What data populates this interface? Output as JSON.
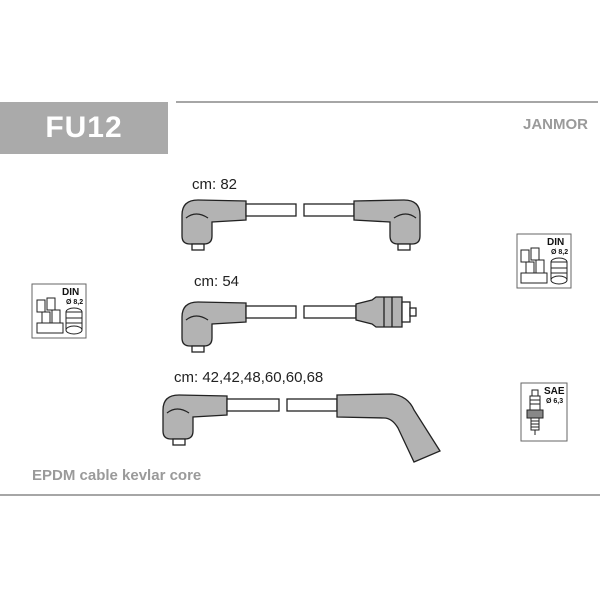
{
  "header": {
    "product_code": "FU12",
    "brand": "JANMOR",
    "accent_color": "#aaaaaa"
  },
  "cables": [
    {
      "length_label": "cm: 82"
    },
    {
      "length_label": "cm: 54"
    },
    {
      "length_label": "cm: 42,42,48,60,60,68"
    }
  ],
  "standards": {
    "distributor_left": {
      "icon": "distributor-cap-icon",
      "label": "DIN",
      "sub": "Ø 8,2"
    },
    "distributor_right": {
      "icon": "distributor-cap-icon",
      "label": "DIN",
      "sub": "Ø 8,2"
    },
    "spark_plug": {
      "icon": "spark-plug-icon",
      "label": "SAE",
      "sub": "Ø 6,3"
    }
  },
  "footer": {
    "description": "EPDM cable kevlar core"
  }
}
